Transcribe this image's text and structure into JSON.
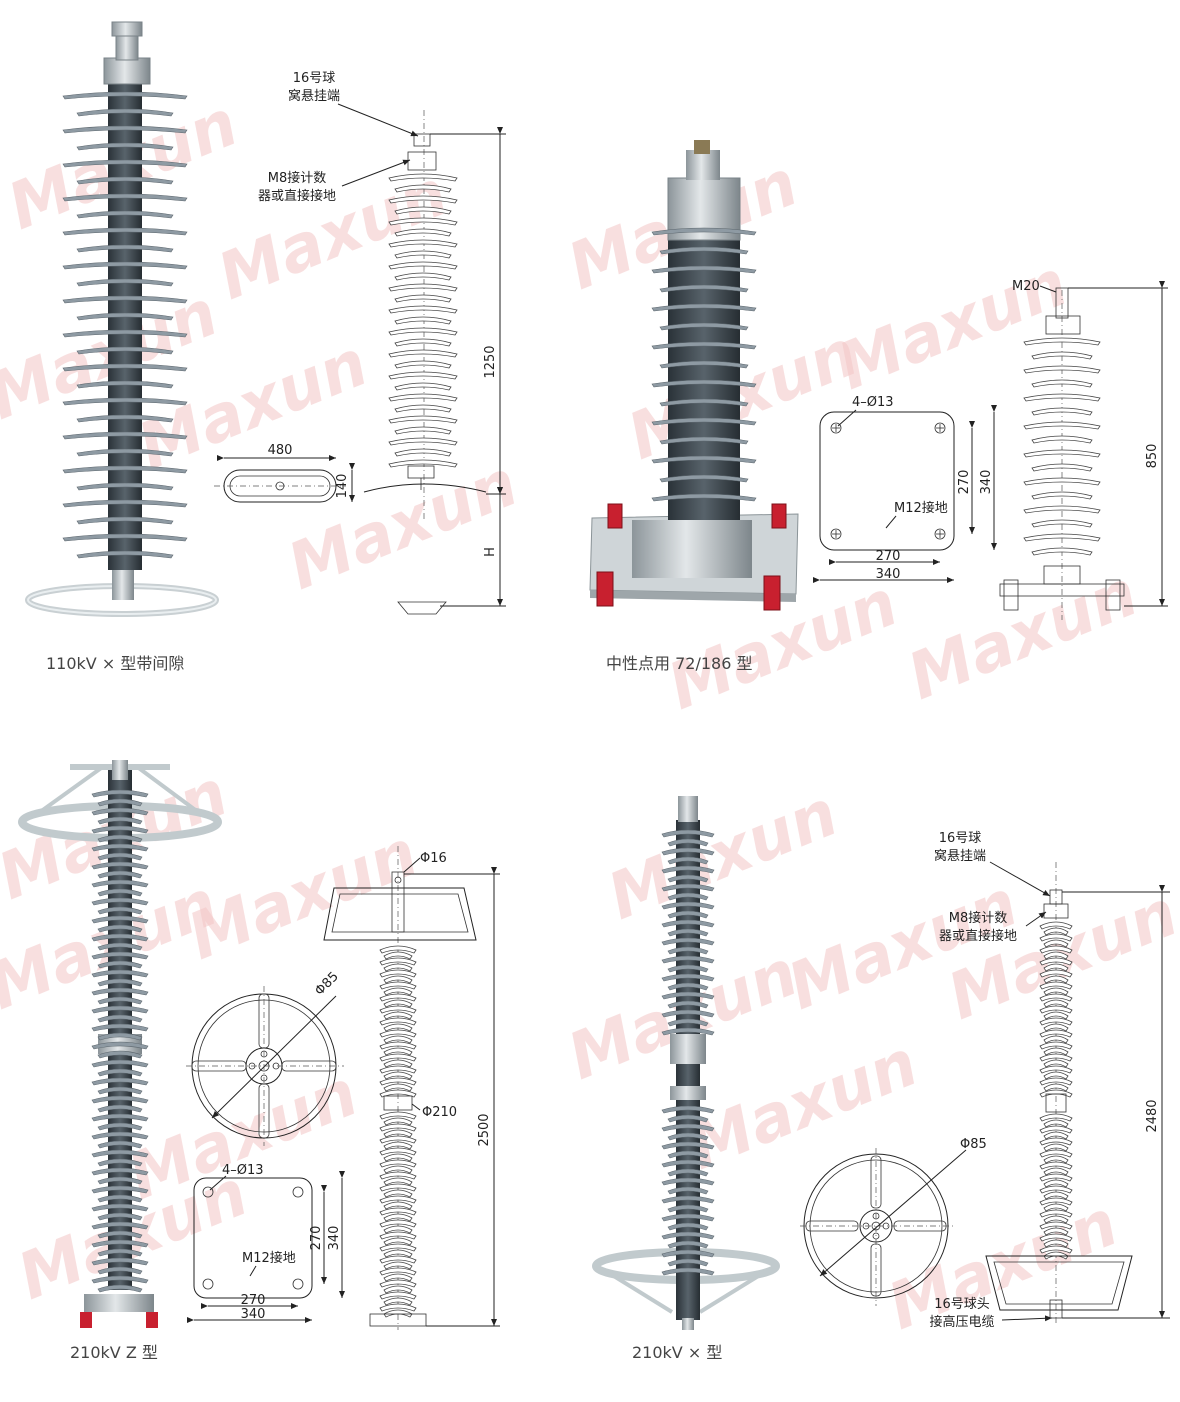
{
  "watermark": {
    "text": "Maxun",
    "color": "#f3c6c6"
  },
  "panels": [
    {
      "id": "p1",
      "caption": "110kV ⨯ 型带间隙",
      "labels": {
        "ball_end": [
          "16号球",
          "窝悬挂端"
        ],
        "counter": [
          "M8接计数",
          "器或直接接地"
        ]
      },
      "dims": {
        "height": "1250",
        "ring_width": "480",
        "ring_height": "140",
        "gap": "H"
      }
    },
    {
      "id": "p2",
      "caption": "中性点用 72/186 型",
      "labels": {
        "holes": "4–Ø13",
        "ground": "M12接地",
        "top": "M20"
      },
      "dims": {
        "inner_w": "270",
        "outer_w": "340",
        "inner_h": "270",
        "outer_h": "340",
        "height": "850"
      }
    },
    {
      "id": "p3",
      "caption": "210kV Z 型",
      "labels": {
        "top": "Φ16",
        "mid": "Φ210",
        "ring_d": "Φ85",
        "holes": "4–Ø13",
        "ground": "M12接地"
      },
      "dims": {
        "height": "2500",
        "inner_w": "270",
        "outer_w": "340",
        "inner_h": "270",
        "outer_h": "340"
      }
    },
    {
      "id": "p4",
      "caption": "210kV ⨯ 型",
      "labels": {
        "ball_end": [
          "16号球",
          "窝悬挂端"
        ],
        "counter": [
          "M8接计数",
          "器或直接接地"
        ],
        "ring_d": "Φ85",
        "bottom": [
          "16号球头",
          "接高压电缆"
        ]
      },
      "dims": {
        "height": "2480"
      }
    }
  ]
}
